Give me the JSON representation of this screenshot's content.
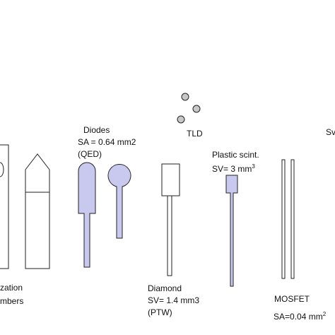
{
  "labels": {
    "ionization_line1": "zation",
    "ionization_line2": "mbers",
    "diodes_title": "Diodes",
    "diodes_sa": "SA = 0.64 mm2",
    "diodes_maker": "(QED)",
    "tld": "TLD",
    "plastic_title": "Plastic scint.",
    "plastic_sv_prefix": "SV= 3 mm",
    "plastic_sv_exp": "3",
    "diamond_title": "Diamond",
    "diamond_sv": "SV= 1.4 mm3",
    "diamond_maker": "(PTW)",
    "mosfet_title": "MOSFET",
    "mosfet_sa_prefix": "SA=0.04 mm",
    "mosfet_sa_exp": "2",
    "cut_right": "Sv"
  },
  "colors": {
    "detector_fill": "#c9c8ee",
    "tld_fill": "#c8c8c8",
    "outline": "#222222",
    "background": "#ffffff"
  }
}
